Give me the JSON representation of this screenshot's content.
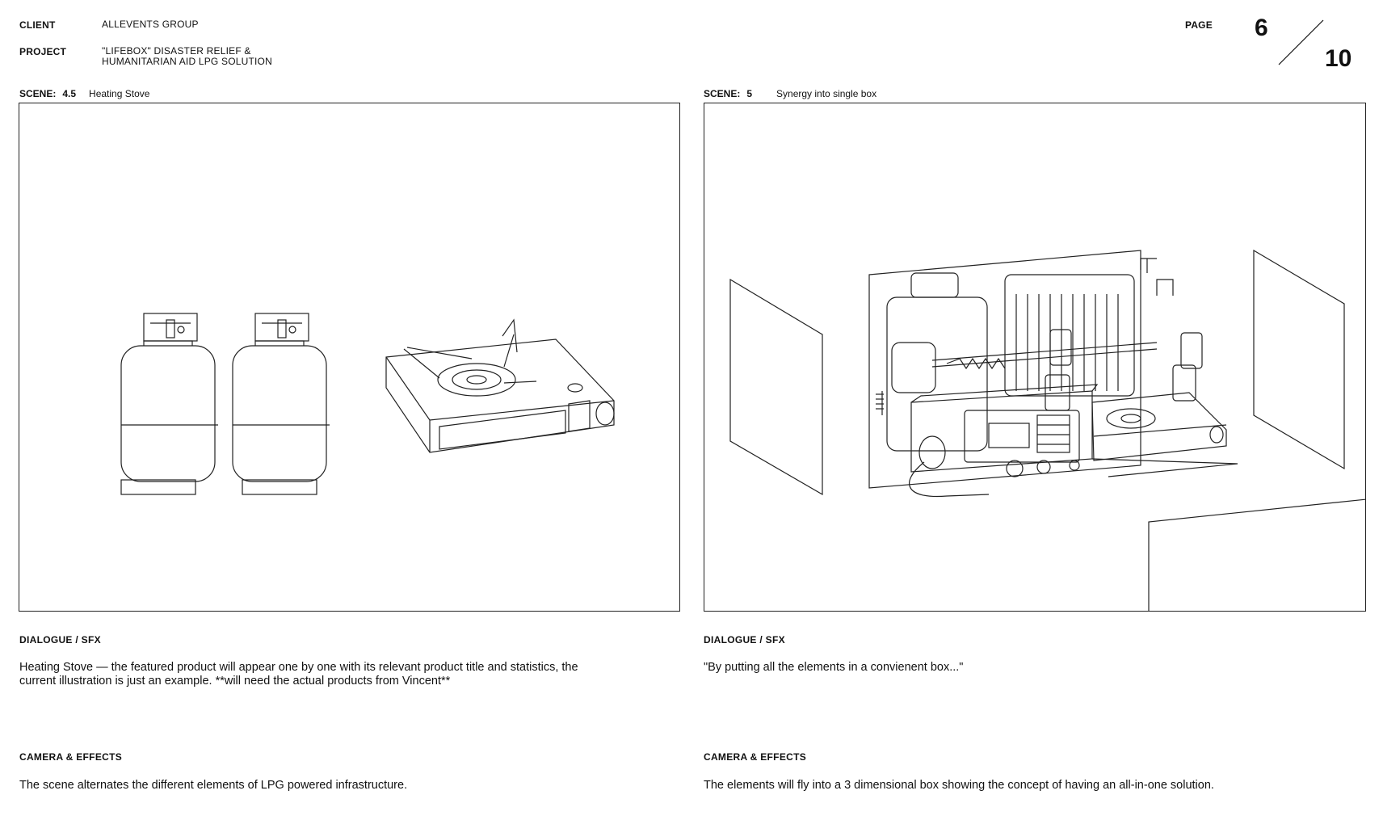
{
  "header": {
    "client_label": "CLIENT",
    "client_value": "ALLEVENTS GROUP",
    "project_label": "PROJECT",
    "project_line1": "\"LIFEBOX\" DISASTER RELIEF &",
    "project_line2": "HUMANITARIAN AID LPG SOLUTION",
    "page_label": "PAGE",
    "page_current": "6",
    "page_total": "10"
  },
  "scenes": [
    {
      "scene_label": "SCENE:",
      "scene_number": "4.5",
      "scene_title": "Heating Stove",
      "dialogue_label": "DIALOGUE  /  SFX",
      "dialogue_text": "Heating Stove — the featured product will appear one by one with its relevant product title and statistics, the current illustration is just an example. **will need the actual products from Vincent**",
      "camera_label": "CAMERA & EFFECTS",
      "camera_text": "The scene alternates the different elements of LPG powered infrastructure."
    },
    {
      "scene_label": "SCENE:",
      "scene_number": "5",
      "scene_title": "Synergy into single box",
      "dialogue_label": "DIALOGUE  /  SFX",
      "dialogue_text": "\"By putting all the elements in a convienent box...\"",
      "camera_label": "CAMERA & EFFECTS",
      "camera_text": "The elements will fly into a 3 dimensional box showing the concept of having an all-in-one solution."
    }
  ],
  "colors": {
    "ink": "#111111",
    "frame": "#222222",
    "paper": "#ffffff"
  },
  "icons": [
    "lpg-cylinder-icon",
    "camping-stove-icon",
    "radio-icon",
    "generator-icon",
    "heater-icon"
  ]
}
